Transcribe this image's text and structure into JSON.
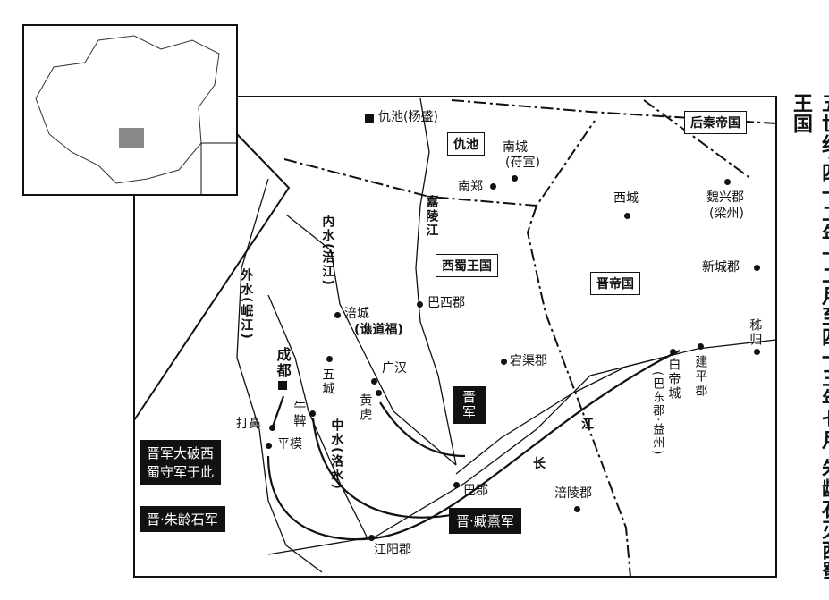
{
  "title": "五世纪·四一二年十二月至四一三年七月 朱龄石灭西蜀王国",
  "states": {
    "later_qin": "后秦帝国",
    "chouchi": "仇池",
    "western_shu": "西蜀王国",
    "jin": "晋帝国"
  },
  "places": {
    "chouchi_city": "仇池(杨盛)",
    "nancheng": "南城",
    "nancheng_note": "(苻宣)",
    "nanzheng": "南郑",
    "xicheng": "西城",
    "weixing": "魏兴郡",
    "weixing_note": "(梁州)",
    "xinchengjun": "新城郡",
    "baxi": "巴西郡",
    "fucheng": "涪城",
    "fucheng_note": "(谯道福)",
    "guanghan": "广汉",
    "huanghu": "黄虎",
    "dangqu": "宕渠郡",
    "chengdu": "成都",
    "wucheng": "五城",
    "niupi": "牛鞞",
    "daqi": "打鼻",
    "pingmo": "平模",
    "bajun": "巴郡",
    "jiangyang": "江阳郡",
    "fuling": "涪陵郡",
    "baidi": "白帝城",
    "baidi_note": "(巴东郡·益州)",
    "jianping": "建平郡",
    "zigui": "秭归"
  },
  "rivers": {
    "jialing": "嘉陵江",
    "neishui": "内水(涪江)",
    "waishui": "外水(岷江)",
    "zhongshui": "中水(洛水)",
    "chang": "长",
    "jiang": "江"
  },
  "callouts": {
    "jin_army": "晋军",
    "victory_1": "晋军大破西",
    "victory_2": "蜀守军于此",
    "zhu_lingshi": "晋·朱龄石军",
    "zang_xi": "晋·臧熹军"
  }
}
